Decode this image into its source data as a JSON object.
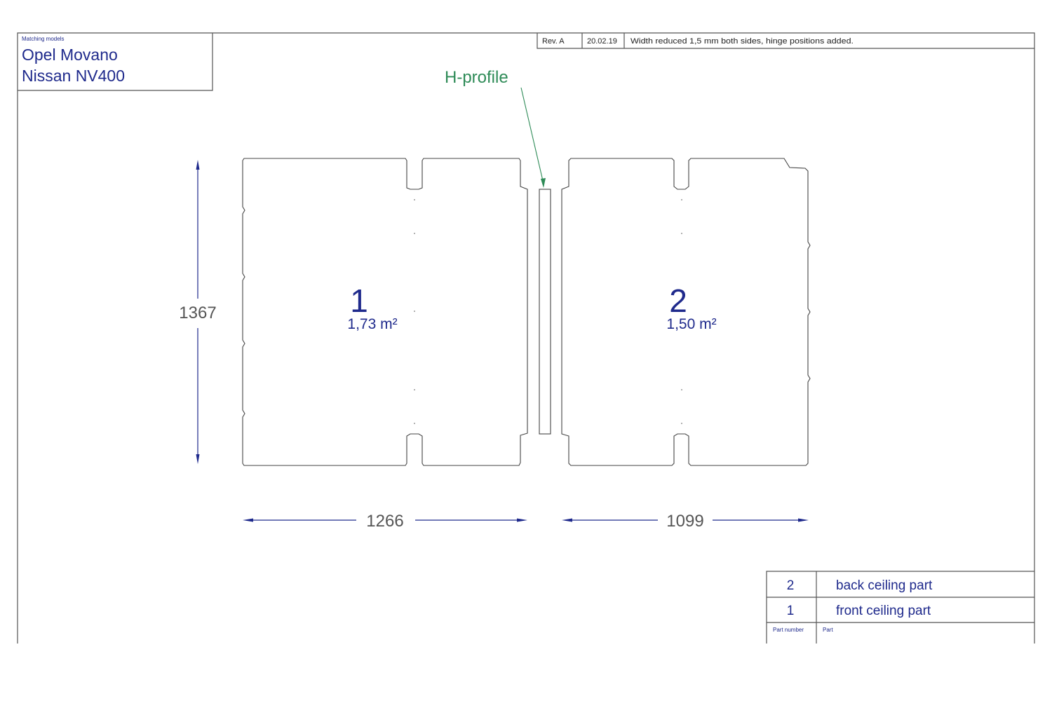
{
  "title_block": {
    "caption": "Matching models",
    "models": [
      "Opel Movano",
      "Nissan NV400"
    ]
  },
  "revision": {
    "rev": "Rev. A",
    "date": "20.02.19",
    "note": "Width reduced 1,5 mm both sides, hinge positions added."
  },
  "callout": {
    "label": "H-profile"
  },
  "parts": [
    {
      "number": "1",
      "area": "1,73 m²"
    },
    {
      "number": "2",
      "area": "1,50 m²"
    }
  ],
  "dimensions": {
    "height": "1367",
    "width_part1": "1266",
    "width_part2": "1099"
  },
  "parts_list": {
    "rows": [
      {
        "number": "2",
        "name": "back ceiling part"
      },
      {
        "number": "1",
        "name": "front ceiling part"
      }
    ],
    "header_number": "Part number",
    "header_part": "Part"
  },
  "colors": {
    "dimension": "#1f2a8c",
    "callout": "#2e8b57",
    "outline": "#444444"
  }
}
